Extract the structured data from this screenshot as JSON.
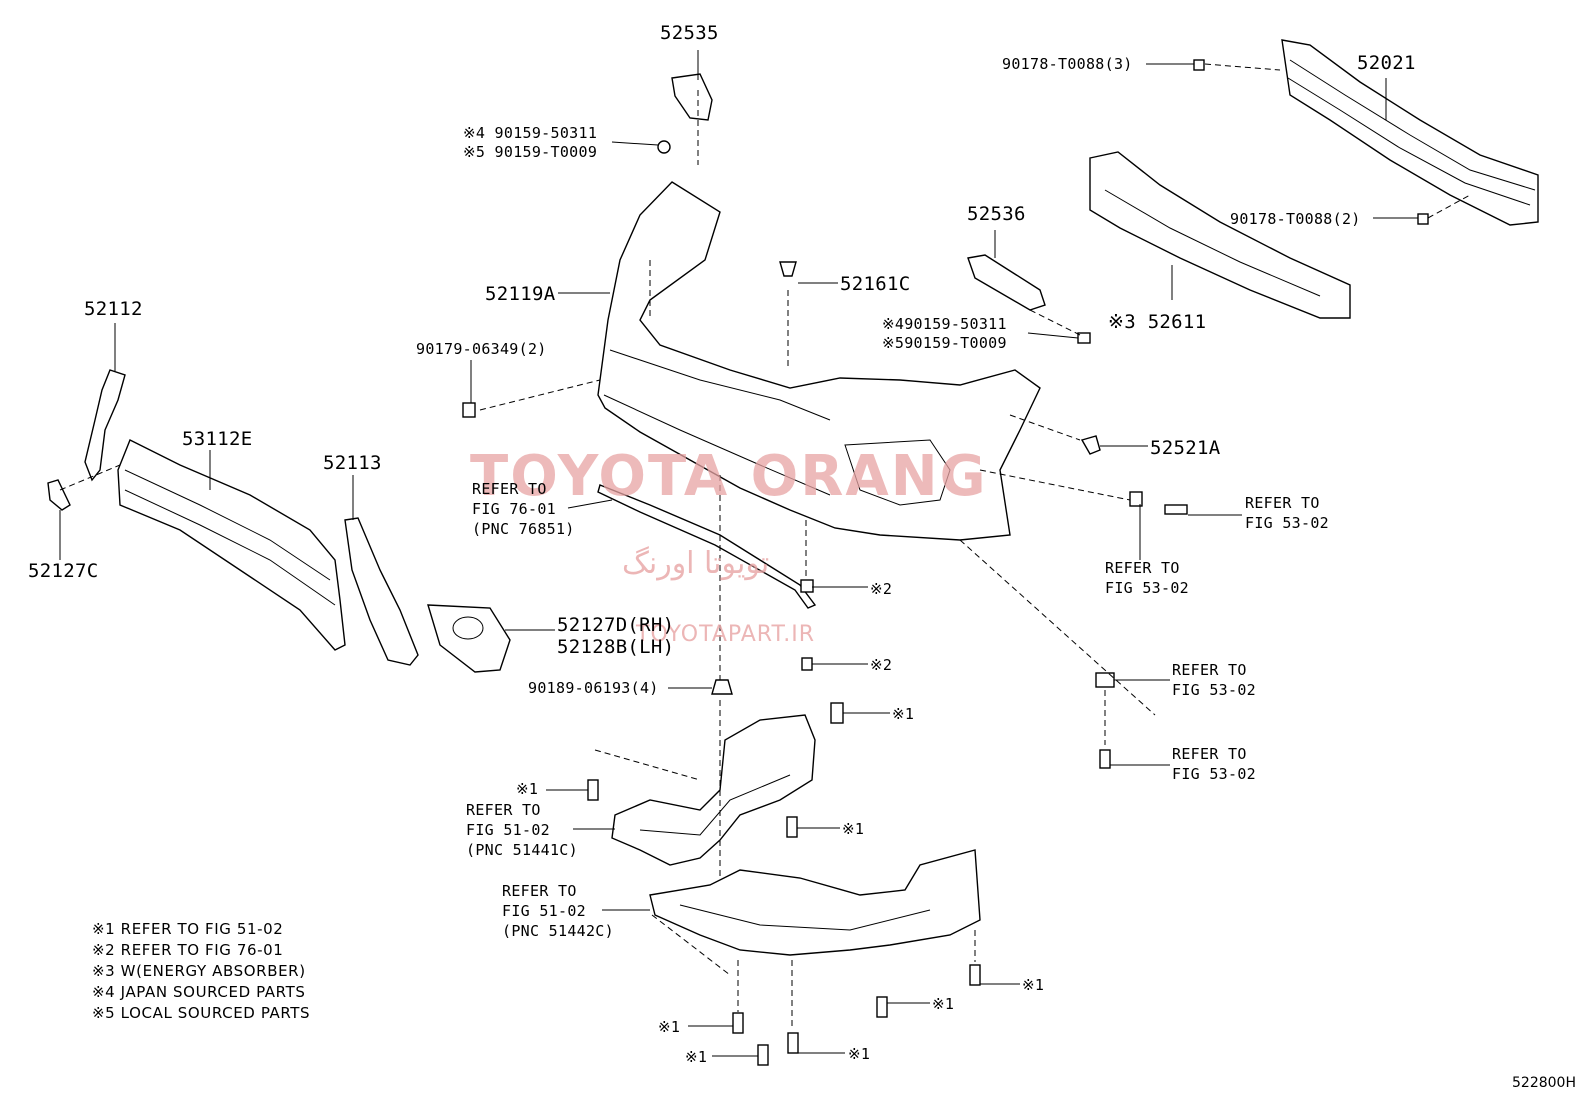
{
  "diagram_code": "522800H",
  "watermark": {
    "brand": "TOYOTA ORANG",
    "farsi": "تویوتا اورنگ",
    "site": "TOYOTAPART.IR"
  },
  "labels": {
    "p52535": "52535",
    "p52021": "52021",
    "t0088_3": "90178-T0088(3)",
    "m4_50311_top": "※4 90159-50311",
    "m5_t0009_top": "※5 90159-T0009",
    "t0088_2": "90178-T0088(2)",
    "p52536": "52536",
    "p52119a": "52119A",
    "p52161c": "52161C",
    "p52112": "52112",
    "n06349": "90179-06349(2)",
    "m4_50311_mid": "※490159-50311",
    "m5_t0009_mid": "※590159-T0009",
    "p52611": "※3 52611",
    "p53112e": "53112E",
    "p52521a": "52521A",
    "p52113": "52113",
    "ref7601": "REFER TO\nFIG 76-01\n(PNC 76851)",
    "ref5302_a": "REFER TO\nFIG 53-02",
    "ref5302_b": "REFER TO\nFIG 53-02",
    "p52127c": "52127C",
    "m2_a": "※2",
    "p52127d": "52127D(RH)",
    "p52128b": "52128B(LH)",
    "m2_b": "※2",
    "n06193": "90189-06193(4)",
    "ref5302_c": "REFER TO\nFIG 53-02",
    "m1_a": "※1",
    "ref5302_d": "REFER TO\nFIG 53-02",
    "m1_b": "※1",
    "ref5102_a": "REFER TO\nFIG 51-02\n(PNC 51441C)",
    "m1_c": "※1",
    "ref5102_b": "REFER TO\nFIG 51-02\n(PNC 51442C)",
    "m1_d": "※1",
    "m1_e": "※1",
    "m1_f": "※1",
    "m1_g": "※1",
    "m1_h": "※1"
  },
  "legend": [
    "※1 REFER TO FIG 51-02",
    "※2 REFER TO FIG 76-01",
    "※3 W(ENERGY ABSORBER)",
    "※4 JAPAN SOURCED PARTS",
    "※5 LOCAL SOURCED PARTS"
  ]
}
